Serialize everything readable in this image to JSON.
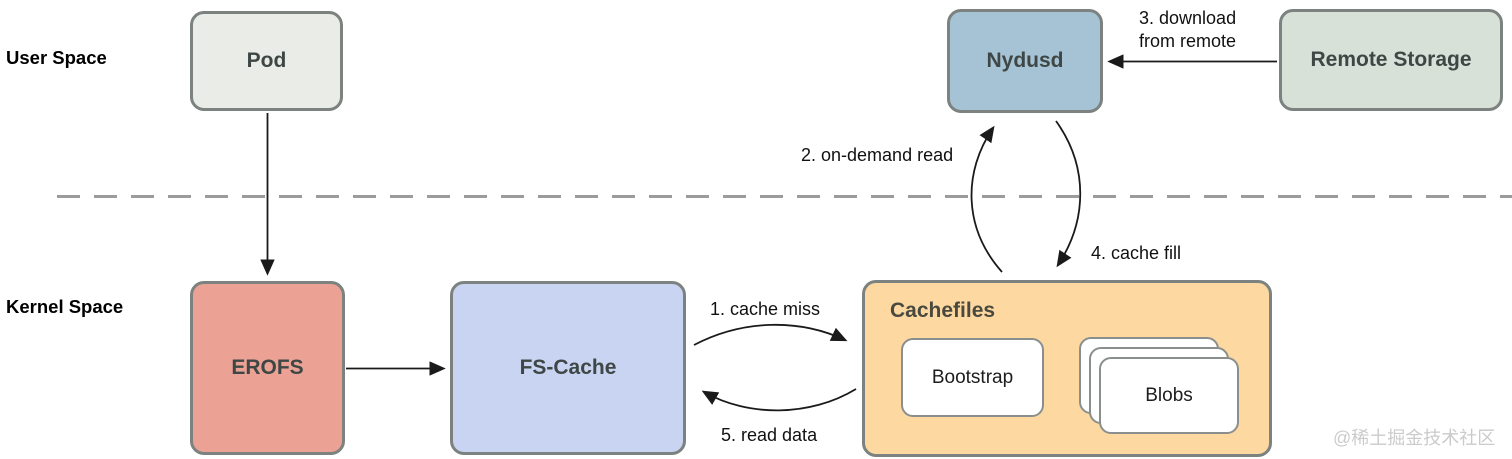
{
  "zones": {
    "user_space_label": "User Space",
    "kernel_space_label": "Kernel Space"
  },
  "nodes": {
    "pod": {
      "label": "Pod",
      "fill": "#e9ece7"
    },
    "nydusd": {
      "label": "Nydusd",
      "fill": "#a5c3d4"
    },
    "remote_storage": {
      "label": "Remote Storage",
      "fill": "#d8e1d7"
    },
    "erofs": {
      "label": "EROFS",
      "fill": "#eba294"
    },
    "fs_cache": {
      "label": "FS-Cache",
      "fill": "#c9d4f3"
    },
    "cachefiles": {
      "label": "Cachefiles",
      "fill": "#fdd9a1"
    },
    "bootstrap": {
      "label": "Bootstrap",
      "fill": "#ffffff"
    },
    "blobs": {
      "label": "Blobs",
      "fill": "#ffffff"
    }
  },
  "edges": {
    "cache_miss": "1. cache miss",
    "on_demand_read": "2. on-demand read",
    "download_from_remote": "3. download from remote",
    "cache_fill": "4. cache fill",
    "read_data": "5. read data"
  },
  "watermark": "@稀土掘金技术社区",
  "colors": {
    "background": "#ffffff",
    "node_border": "#7c827f",
    "node_text": "#3e4745",
    "annotation_text": "#111111",
    "arrow": "#1a1a1a",
    "divider": "#9b9b9b",
    "watermark": "#cbcbcb"
  }
}
